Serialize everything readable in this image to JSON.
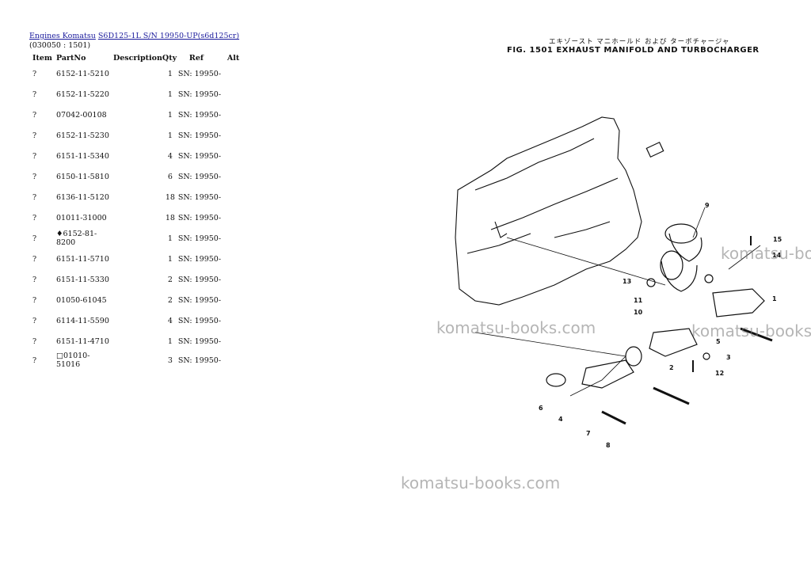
{
  "breadcrumb": {
    "engines": "Engines Komatsu",
    "model": "S6D125-1L S/N 19950-UP(s6d125cr)"
  },
  "catalog_ref": "(030050 : 1501)",
  "table": {
    "headers": [
      "Item",
      "PartNo",
      "Description",
      "Qty",
      "Ref",
      "Alt"
    ],
    "rows": [
      {
        "item": "?",
        "part": "6152-11-5210",
        "desc": "",
        "qty": "1",
        "ref": "SN: 19950-",
        "alt": ""
      },
      {
        "item": "?",
        "part": "6152-11-5220",
        "desc": "",
        "qty": "1",
        "ref": "SN: 19950-",
        "alt": ""
      },
      {
        "item": "?",
        "part": "07042-00108",
        "desc": "",
        "qty": "1",
        "ref": "SN: 19950-",
        "alt": ""
      },
      {
        "item": "?",
        "part": "6152-11-5230",
        "desc": "",
        "qty": "1",
        "ref": "SN: 19950-",
        "alt": ""
      },
      {
        "item": "?",
        "part": "6151-11-5340",
        "desc": "",
        "qty": "4",
        "ref": "SN: 19950-",
        "alt": ""
      },
      {
        "item": "?",
        "part": "6150-11-5810",
        "desc": "",
        "qty": "6",
        "ref": "SN: 19950-",
        "alt": ""
      },
      {
        "item": "?",
        "part": "6136-11-5120",
        "desc": "",
        "qty": "18",
        "ref": "SN: 19950-",
        "alt": ""
      },
      {
        "item": "?",
        "part": "01011-31000",
        "desc": "",
        "qty": "18",
        "ref": "SN: 19950-",
        "alt": ""
      },
      {
        "item": "?",
        "part": "♦6152-81-8200",
        "desc": "",
        "qty": "1",
        "ref": "SN: 19950-",
        "alt": ""
      },
      {
        "item": "?",
        "part": "6151-11-5710",
        "desc": "",
        "qty": "1",
        "ref": "SN: 19950-",
        "alt": ""
      },
      {
        "item": "?",
        "part": "6151-11-5330",
        "desc": "",
        "qty": "2",
        "ref": "SN: 19950-",
        "alt": ""
      },
      {
        "item": "?",
        "part": "01050-61045",
        "desc": "",
        "qty": "2",
        "ref": "SN: 19950-",
        "alt": ""
      },
      {
        "item": "?",
        "part": "6114-11-5590",
        "desc": "",
        "qty": "4",
        "ref": "SN: 19950-",
        "alt": ""
      },
      {
        "item": "?",
        "part": "6151-11-4710",
        "desc": "",
        "qty": "1",
        "ref": "SN: 19950-",
        "alt": ""
      },
      {
        "item": "?",
        "part": "□01010-51016",
        "desc": "",
        "qty": "3",
        "ref": "SN: 19950-",
        "alt": ""
      }
    ]
  },
  "figure": {
    "title_jp": "エキゾースト マニホールド および ターボチャージャ",
    "title": "FIG. 1501  EXHAUST MANIFOLD AND TURBOCHARGER",
    "callouts": [
      "1",
      "2",
      "3",
      "4",
      "5",
      "6",
      "7",
      "8",
      "9",
      "10",
      "11",
      "12",
      "13",
      "14",
      "15"
    ]
  },
  "watermarks": [
    "komatsu-books.com",
    "komatsu-books.com",
    "komatsu-books.com",
    "komatsu-books.com"
  ]
}
